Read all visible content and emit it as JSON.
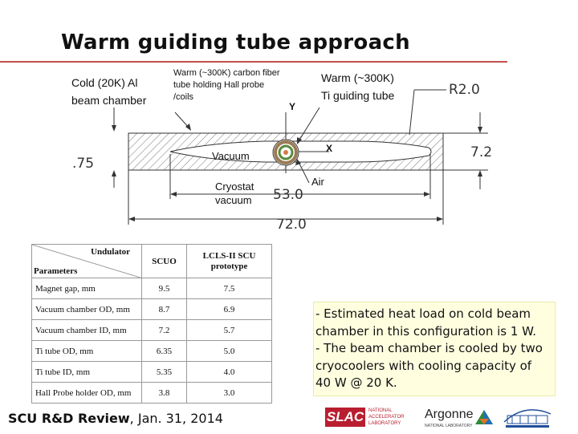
{
  "title": "Warm guiding tube approach",
  "labels": {
    "cold_chamber": [
      "Cold (20K) Al",
      "beam chamber"
    ],
    "carbon_tube": [
      "Warm (~300K) carbon fiber",
      "tube holding Hall probe",
      "/coils"
    ],
    "ti_tube": [
      "Warm (~300K)",
      "Ti guiding tube"
    ],
    "vacuum": "Vacuum",
    "cryostat": [
      "Cryostat",
      "vacuum"
    ],
    "air": "Air",
    "axis_x": "X",
    "axis_y": "Y"
  },
  "dimensions": {
    "r": "R2.0",
    "d075": ".75",
    "d72": "7.2",
    "d530": "53.0",
    "d720": "72.0"
  },
  "table": {
    "header_left_top": "Undulator",
    "header_left_bottom": "Parameters",
    "col1": "SCUO",
    "col2": [
      "LCLS-II SCU",
      "prototype"
    ],
    "rows": [
      [
        "Magnet gap, mm",
        "9.5",
        "7.5"
      ],
      [
        "Vacuum chamber OD, mm",
        "8.7",
        "6.9"
      ],
      [
        "Vacuum chamber ID, mm",
        "7.2",
        "5.7"
      ],
      [
        "Ti tube OD, mm",
        "6.35",
        "5.0"
      ],
      [
        "Ti tube ID, mm",
        "5.35",
        "4.0"
      ],
      [
        "Hall Probe holder OD, mm",
        "3.8",
        "3.0"
      ]
    ]
  },
  "note": [
    " - Estimated heat load on cold beam",
    "chamber in this configuration is 1 W.",
    " - The beam chamber is cooled by two",
    "cryocoolers with cooling capacity of",
    "40 W @ 20 K."
  ],
  "footer": {
    "bold": "SCU R&D Review",
    "rest": ",  Jan. 31, 2014"
  },
  "logos": {
    "slac": "SLAC",
    "slac_sub": "NATIONAL ACCELERATOR LABORATORY",
    "argonne": "Argonne",
    "argonne_sub": "NATIONAL LABORATORY"
  },
  "colors": {
    "accent": "#c0504d",
    "note_bg": "#ffffe0",
    "slac_red": "#b81e2f",
    "tube_ring": "#9a7a55"
  }
}
